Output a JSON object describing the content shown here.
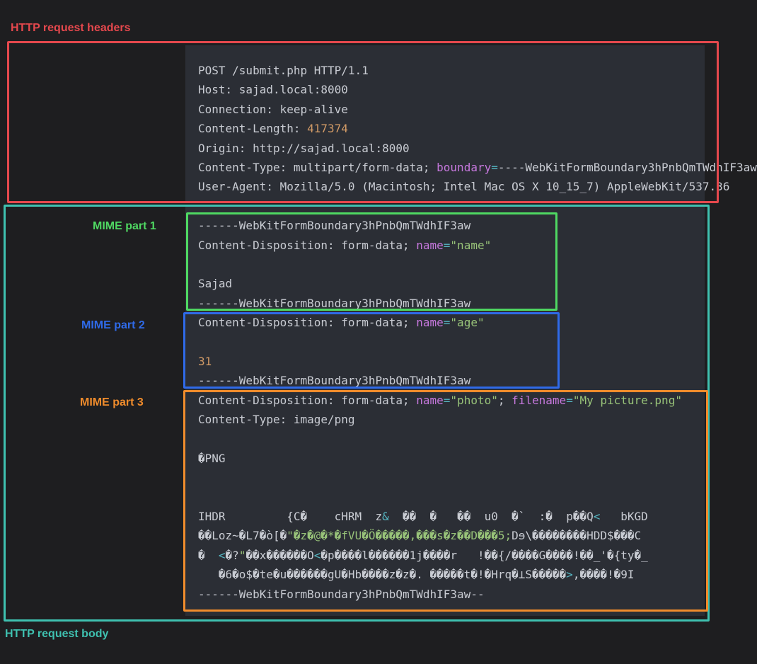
{
  "labels": {
    "headers": "HTTP request headers",
    "part1": "MIME part 1",
    "part2": "MIME part 2",
    "part3": "MIME part 3",
    "body": "HTTP request body"
  },
  "colors": {
    "headers": "#e5484d",
    "body": "#3fc1b0",
    "part1": "#4fd862",
    "part2": "#2f6ae8",
    "part3": "#f08c2c",
    "text": "#c9ccd3",
    "number": "#d19a66",
    "keyword": "#c678dd",
    "string": "#98c379",
    "operator": "#56b6c2"
  },
  "code_lines": [
    [
      {
        "t": "POST /submit.php HTTP/1.1",
        "c": "text"
      }
    ],
    [
      {
        "t": "Host: sajad.local:8000",
        "c": "text"
      }
    ],
    [
      {
        "t": "Connection: keep-alive",
        "c": "text"
      }
    ],
    [
      {
        "t": "Content-Length: ",
        "c": "text"
      },
      {
        "t": "417374",
        "c": "number"
      }
    ],
    [
      {
        "t": "Origin: http://sajad.local:8000",
        "c": "text"
      }
    ],
    [
      {
        "t": "Content-Type: multipart/form-data; ",
        "c": "text"
      },
      {
        "t": "boundary",
        "c": "keyword"
      },
      {
        "t": "=",
        "c": "operator"
      },
      {
        "t": "----WebKitFormBoundary3hPnbQmTWdhIF3aw",
        "c": "text"
      }
    ],
    [
      {
        "t": "User-Agent: Mozilla/5.0 (Macintosh; Intel Mac OS X 10_15_7) AppleWebKit/537.36",
        "c": "text"
      }
    ],
    [],
    [
      {
        "t": "------WebKitFormBoundary3hPnbQmTWdhIF3aw",
        "c": "text"
      }
    ],
    [
      {
        "t": "Content-Disposition: form-data; ",
        "c": "text"
      },
      {
        "t": "name",
        "c": "keyword"
      },
      {
        "t": "=",
        "c": "operator"
      },
      {
        "t": "\"name\"",
        "c": "string"
      }
    ],
    [],
    [
      {
        "t": "Sajad",
        "c": "text"
      }
    ],
    [
      {
        "t": "------WebKitFormBoundary3hPnbQmTWdhIF3aw",
        "c": "text"
      }
    ],
    [
      {
        "t": "Content-Disposition: form-data; ",
        "c": "text"
      },
      {
        "t": "name",
        "c": "keyword"
      },
      {
        "t": "=",
        "c": "operator"
      },
      {
        "t": "\"age\"",
        "c": "string"
      }
    ],
    [],
    [
      {
        "t": "31",
        "c": "number"
      }
    ],
    [
      {
        "t": "------WebKitFormBoundary3hPnbQmTWdhIF3aw",
        "c": "text"
      }
    ],
    [
      {
        "t": "Content-Disposition: form-data; ",
        "c": "text"
      },
      {
        "t": "name",
        "c": "keyword"
      },
      {
        "t": "=",
        "c": "operator"
      },
      {
        "t": "\"photo\"",
        "c": "string"
      },
      {
        "t": "; ",
        "c": "text"
      },
      {
        "t": "filename",
        "c": "keyword"
      },
      {
        "t": "=",
        "c": "operator"
      },
      {
        "t": "\"My picture.png\"",
        "c": "string"
      }
    ],
    [
      {
        "t": "Content-Type: image/png",
        "c": "text"
      }
    ],
    [],
    [
      {
        "t": "�PNG",
        "c": "text"
      }
    ],
    [],
    [],
    [
      {
        "t": "IHDR         {C�    cHRM  z",
        "c": "text"
      },
      {
        "t": "&",
        "c": "operator"
      },
      {
        "t": "  ��  �   ��  u0  �`  :�  p��Q",
        "c": "text"
      },
      {
        "t": "<",
        "c": "operator"
      },
      {
        "t": "   bKGD",
        "c": "text"
      }
    ],
    [
      {
        "t": "��Loz~�L7�ò[�",
        "c": "text"
      },
      {
        "t": "\"�z�@�*�fVU�Ö�����,���s�z��D���5;",
        "c": "string"
      },
      {
        "t": "Dɘ\\��������HDD$���C",
        "c": "text"
      }
    ],
    [
      {
        "t": "�  ",
        "c": "text"
      },
      {
        "t": "<",
        "c": "operator"
      },
      {
        "t": "�?",
        "c": "text"
      },
      {
        "t": "\"",
        "c": "string"
      },
      {
        "t": "��x������O",
        "c": "text"
      },
      {
        "t": "<",
        "c": "operator"
      },
      {
        "t": "�p����l������1j����r   !��{/����G����!��_'�{ty�_",
        "c": "text"
      }
    ],
    [
      {
        "t": "   �6�o$�te�u������gU�Hb����z�z�. �����t�!�Hrq�⊥S�����",
        "c": "text"
      },
      {
        "t": ">",
        "c": "operator"
      },
      {
        "t": ",����!�9I",
        "c": "text"
      }
    ],
    [
      {
        "t": "------WebKitFormBoundary3hPnbQmTWdhIF3aw--",
        "c": "text"
      }
    ]
  ]
}
